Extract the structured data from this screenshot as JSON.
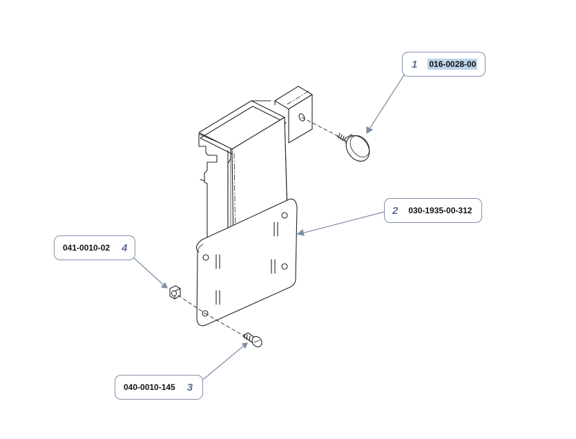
{
  "callouts": [
    {
      "number": "1",
      "part_number": "016-0028-00",
      "target": "thumb-screw"
    },
    {
      "number": "2",
      "part_number": "030-1935-00-312",
      "target": "mounting-bracket"
    },
    {
      "number": "3",
      "part_number": "040-0010-145",
      "target": "machine-screw"
    },
    {
      "number": "4",
      "part_number": "041-0010-02",
      "target": "hex-nut"
    }
  ],
  "colors": {
    "line": "#222222",
    "leader": "#7f8fa6",
    "callout_number": "#5a6f90",
    "highlight": "#bcd3ea"
  }
}
